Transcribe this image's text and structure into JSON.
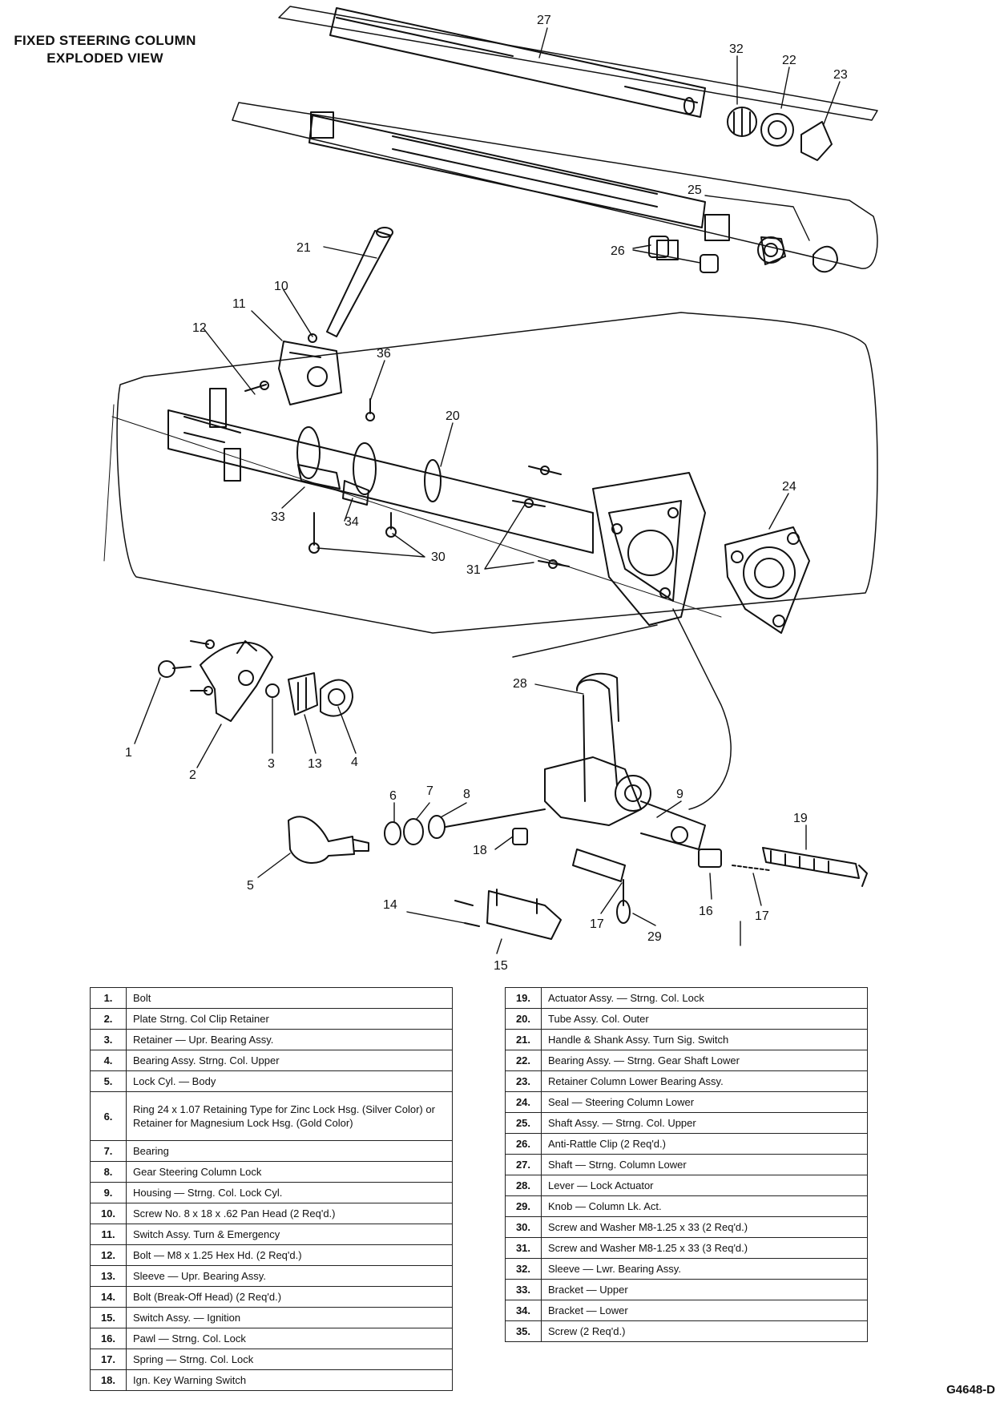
{
  "title_lines": [
    "FIXED STEERING COLUMN",
    "EXPLODED VIEW"
  ],
  "figure_code": "G4648-D",
  "callouts": [
    "27",
    "32",
    "22",
    "23",
    "25",
    "26",
    "21",
    "10",
    "11",
    "12",
    "36",
    "20",
    "24",
    "33",
    "34",
    "30",
    "31",
    "28",
    "1",
    "2",
    "3",
    "13",
    "4",
    "9",
    "6",
    "7",
    "8",
    "19",
    "18",
    "5",
    "14",
    "17",
    "29",
    "16",
    "17",
    "15"
  ],
  "parts_left": [
    {
      "num": "1.",
      "desc": "Bolt"
    },
    {
      "num": "2.",
      "desc": "Plate Strng. Col Clip Retainer"
    },
    {
      "num": "3.",
      "desc": "Retainer — Upr. Bearing Assy."
    },
    {
      "num": "4.",
      "desc": "Bearing Assy. Strng. Col. Upper"
    },
    {
      "num": "5.",
      "desc": "Lock Cyl. — Body"
    },
    {
      "num": "6.",
      "desc": "Ring 24 x 1.07 Retaining Type for Zinc Lock Hsg. (Silver Color) or Retainer for Magnesium Lock Hsg. (Gold Color)"
    },
    {
      "num": "7.",
      "desc": "Bearing"
    },
    {
      "num": "8.",
      "desc": "Gear Steering Column Lock"
    },
    {
      "num": "9.",
      "desc": "Housing — Strng. Col. Lock Cyl."
    },
    {
      "num": "10.",
      "desc": "Screw No. 8 x 18 x .62 Pan Head (2 Req'd.)"
    },
    {
      "num": "11.",
      "desc": "Switch Assy. Turn & Emergency"
    },
    {
      "num": "12.",
      "desc": "Bolt — M8 x 1.25 Hex Hd. (2 Req'd.)"
    },
    {
      "num": "13.",
      "desc": "Sleeve — Upr. Bearing Assy."
    },
    {
      "num": "14.",
      "desc": "Bolt (Break-Off Head) (2 Req'd.)"
    },
    {
      "num": "15.",
      "desc": "Switch Assy. — Ignition"
    },
    {
      "num": "16.",
      "desc": "Pawl — Strng. Col. Lock"
    },
    {
      "num": "17.",
      "desc": "Spring — Strng. Col. Lock"
    },
    {
      "num": "18.",
      "desc": "Ign. Key Warning Switch"
    }
  ],
  "parts_right": [
    {
      "num": "19.",
      "desc": "Actuator Assy. — Strng. Col. Lock"
    },
    {
      "num": "20.",
      "desc": "Tube Assy. Col. Outer"
    },
    {
      "num": "21.",
      "desc": "Handle & Shank Assy. Turn Sig. Switch"
    },
    {
      "num": "22.",
      "desc": "Bearing Assy. — Strng. Gear Shaft Lower"
    },
    {
      "num": "23.",
      "desc": "Retainer Column Lower Bearing Assy."
    },
    {
      "num": "24.",
      "desc": "Seal — Steering Column Lower"
    },
    {
      "num": "25.",
      "desc": "Shaft Assy. — Strng. Col. Upper"
    },
    {
      "num": "26.",
      "desc": "Anti-Rattle Clip (2 Req'd.)"
    },
    {
      "num": "27.",
      "desc": "Shaft — Strng. Column Lower"
    },
    {
      "num": "28.",
      "desc": "Lever — Lock Actuator"
    },
    {
      "num": "29.",
      "desc": "Knob — Column Lk. Act."
    },
    {
      "num": "30.",
      "desc": "Screw and Washer M8-1.25 x 33 (2 Req'd.)"
    },
    {
      "num": "31.",
      "desc": "Screw and Washer M8-1.25 x 33 (3 Req'd.)"
    },
    {
      "num": "32.",
      "desc": "Sleeve — Lwr. Bearing Assy."
    },
    {
      "num": "33.",
      "desc": "Bracket — Upper"
    },
    {
      "num": "34.",
      "desc": "Bracket — Lower"
    },
    {
      "num": "35.",
      "desc": "Screw (2 Req'd.)"
    }
  ]
}
